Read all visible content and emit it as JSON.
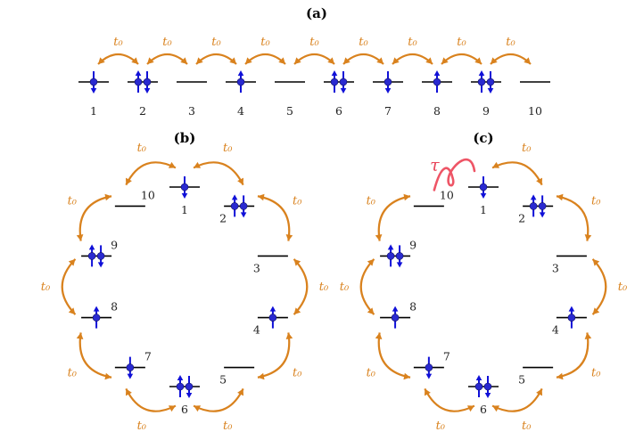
{
  "panels": [
    {
      "id": "a",
      "label": "(a)",
      "layout": "chain",
      "hopping_label": "t₀",
      "sites": [
        {
          "label": "1",
          "occupancy": "down"
        },
        {
          "label": "2",
          "occupancy": "double"
        },
        {
          "label": "3",
          "occupancy": "empty"
        },
        {
          "label": "4",
          "occupancy": "up"
        },
        {
          "label": "5",
          "occupancy": "empty"
        },
        {
          "label": "6",
          "occupancy": "double"
        },
        {
          "label": "7",
          "occupancy": "down"
        },
        {
          "label": "8",
          "occupancy": "up"
        },
        {
          "label": "9",
          "occupancy": "double"
        },
        {
          "label": "10",
          "occupancy": "empty"
        }
      ]
    },
    {
      "id": "b",
      "label": "(b)",
      "layout": "ring",
      "hopping_label": "t₀",
      "sites": [
        {
          "label": "1",
          "occupancy": "down"
        },
        {
          "label": "2",
          "occupancy": "double"
        },
        {
          "label": "3",
          "occupancy": "empty"
        },
        {
          "label": "4",
          "occupancy": "up"
        },
        {
          "label": "5",
          "occupancy": "empty"
        },
        {
          "label": "6",
          "occupancy": "double"
        },
        {
          "label": "7",
          "occupancy": "down"
        },
        {
          "label": "8",
          "occupancy": "up"
        },
        {
          "label": "9",
          "occupancy": "double"
        },
        {
          "label": "10",
          "occupancy": "empty"
        }
      ]
    },
    {
      "id": "c",
      "label": "(c)",
      "layout": "ring",
      "hopping_label": "t₀",
      "special_bond": {
        "between": [
          "10",
          "1"
        ],
        "label": "τ"
      },
      "sites": [
        {
          "label": "1",
          "occupancy": "down"
        },
        {
          "label": "2",
          "occupancy": "double"
        },
        {
          "label": "3",
          "occupancy": "empty"
        },
        {
          "label": "4",
          "occupancy": "up"
        },
        {
          "label": "5",
          "occupancy": "empty"
        },
        {
          "label": "6",
          "occupancy": "double"
        },
        {
          "label": "7",
          "occupancy": "down"
        },
        {
          "label": "8",
          "occupancy": "up"
        },
        {
          "label": "9",
          "occupancy": "double"
        },
        {
          "label": "10",
          "occupancy": "empty"
        }
      ]
    }
  ],
  "colors": {
    "hopping": "#d9821e",
    "spin": "#1010d8",
    "special_bond": "#ee5566",
    "level": "#000000"
  }
}
